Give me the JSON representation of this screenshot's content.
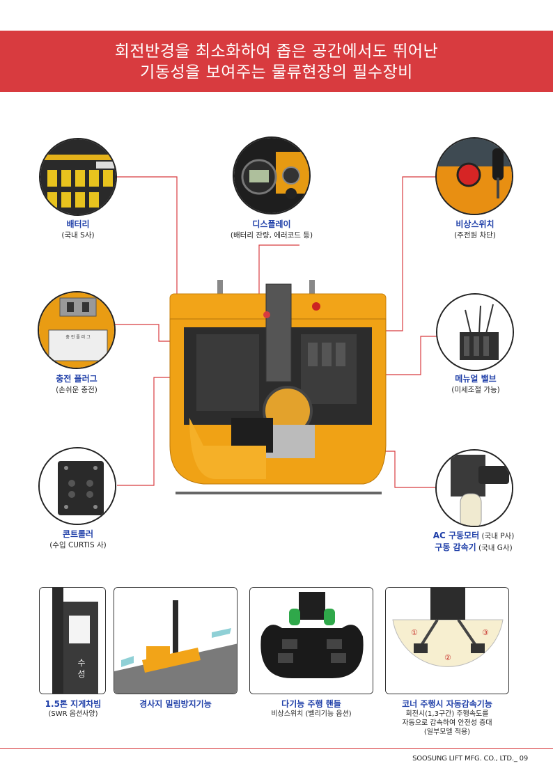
{
  "banner": {
    "line1": "회전반경을 최소화하여 좁은 공간에서도 뛰어난",
    "line2": "기동성을 보여주는 물류현장의 필수장비"
  },
  "features": {
    "battery": {
      "title": "배터리",
      "sub": "(국내 S사)"
    },
    "display": {
      "title": "디스플레이",
      "sub": "(배터리 잔량, 에러코드 등)"
    },
    "emergency": {
      "title": "비상스위치",
      "sub": "(주전원 차단)"
    },
    "charging": {
      "title": "충전 플러그",
      "sub": "(손쉬운 충전)"
    },
    "valve": {
      "title": "메뉴얼 밸브",
      "sub": "(미세조절 가능)"
    },
    "controller": {
      "title": "콘트롤러",
      "sub": "(수입 CURTIS 사)"
    },
    "motor": {
      "title": "AC 구동모터",
      "title_suffix": " (국내 P사)",
      "title2": "구동 감속기",
      "title2_suffix": " (국내 G사)"
    }
  },
  "plug_label": "충 전 플 러 그",
  "plug_plate": "충 전 플 러 그",
  "mast_text": "수\n성",
  "corner_marks": [
    "①",
    "②",
    "③"
  ],
  "cards": [
    {
      "title": "1.5톤 지게차빔",
      "sub": "(SWR 옵션사양)"
    },
    {
      "title": "경사지 밀림방지기능",
      "sub": ""
    },
    {
      "title": "다기능 주행 핸들",
      "sub": "비상스위치 (벨리기능 옵션)"
    },
    {
      "title": "코너 주행시 자동감속기능",
      "sub1": "회전시(1,3구간) 주행속도를",
      "sub2": "자동으로 감속하여 안전성 증대",
      "sub3": "(일부모델 적용)"
    }
  ],
  "footer": "SOOSUNG LIFT MFG. CO., LTD._ 09",
  "colors": {
    "accent": "#d83b3f",
    "title_blue": "#1f3fa8",
    "machine_orange": "#f2a418"
  }
}
